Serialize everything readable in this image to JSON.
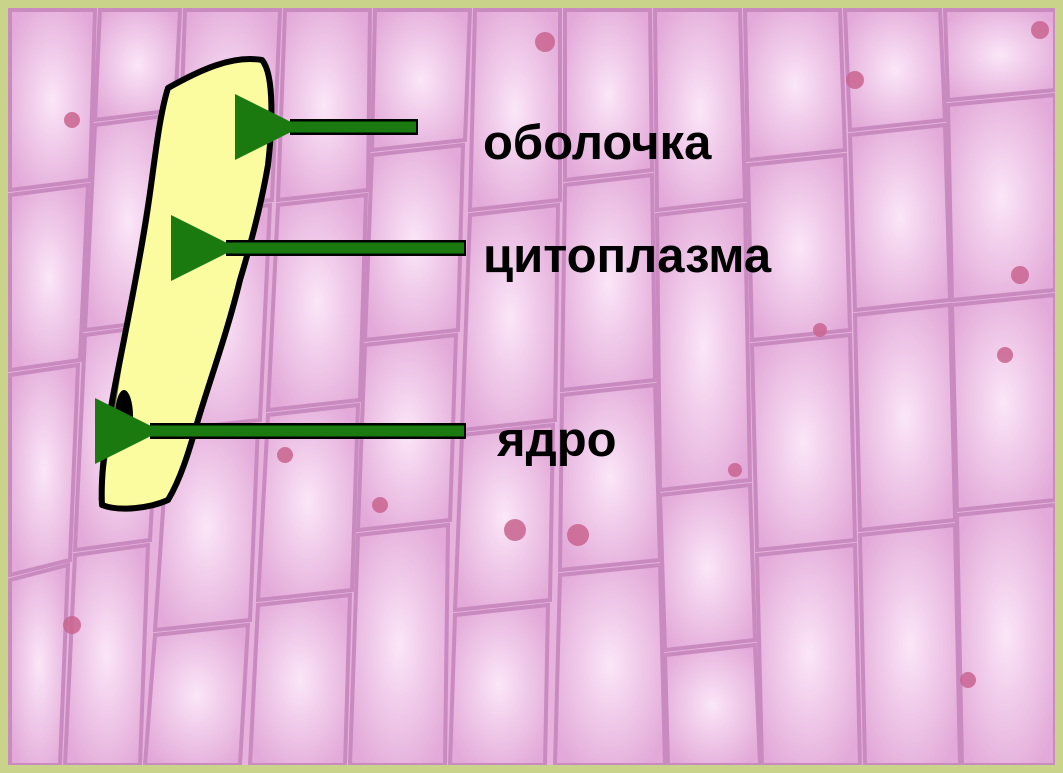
{
  "labels": {
    "membrane": "оболочка",
    "cytoplasm": "цитоплазма",
    "nucleus": "ядро"
  },
  "colors": {
    "slide_border": "#c9d48a",
    "tissue_background": "#ebb8e2",
    "cell_wall": "#c98ac0",
    "cell_nucleus": "#c9648f",
    "highlighted_cell_fill": "#fbfba0",
    "arrow": "#1a7a10",
    "label_text": "#000000"
  }
}
